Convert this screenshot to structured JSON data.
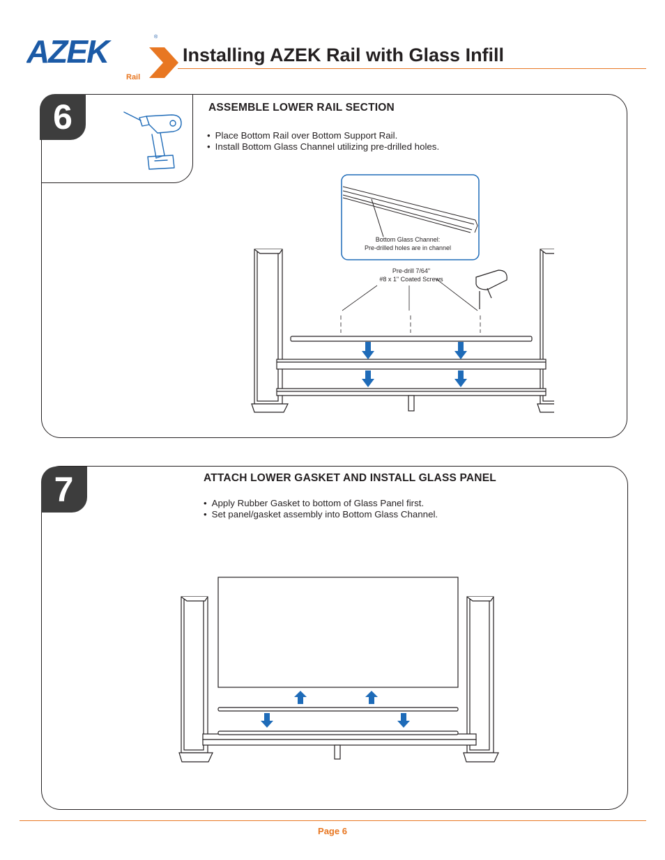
{
  "brand": {
    "logo_text": "AZEK",
    "logo_sub": "Rail",
    "registered_mark": "®",
    "colors": {
      "blue": "#1b5aa6",
      "orange": "#e87722",
      "dark": "#231f20",
      "badge": "#3d3d3d",
      "arrow_blue": "#1e6bb8"
    }
  },
  "header": {
    "title": "Installing AZEK Rail with Glass Infill"
  },
  "steps": [
    {
      "number": "6",
      "heading": "ASSEMBLE LOWER RAIL SECTION",
      "bullets": [
        "Place Bottom Rail over Bottom Support Rail.",
        "Install Bottom Glass Channel utilizing pre-drilled holes."
      ],
      "tool_icon": "drill-icon",
      "callout": {
        "line1": "Bottom Glass Channel:",
        "line2": "Pre-drilled holes are in channel"
      },
      "screw_note": {
        "line1": "Pre-drill 7/64\"",
        "line2": "#8 x 1\" Coated Screws"
      }
    },
    {
      "number": "7",
      "heading": "ATTACH LOWER GASKET AND INSTALL GLASS PANEL",
      "bullets": [
        "Apply Rubber Gasket to bottom of Glass Panel first.",
        "Set panel/gasket assembly into Bottom Glass Channel."
      ]
    }
  ],
  "footer": {
    "page": "Page 6"
  }
}
